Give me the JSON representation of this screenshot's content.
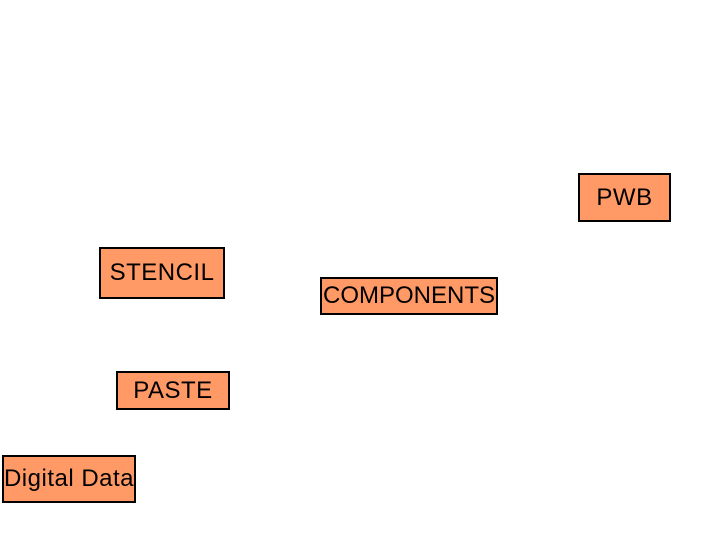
{
  "diagram": {
    "background_color": "#FFFFFF",
    "box_fill_color": "#FF9966",
    "box_border_color": "#000000",
    "text_color": "#000000",
    "boxes": [
      {
        "id": "pwb",
        "label": "PWB"
      },
      {
        "id": "stencil",
        "label": "STENCIL"
      },
      {
        "id": "components",
        "label": "COMPONENTS"
      },
      {
        "id": "paste",
        "label": "PASTE"
      },
      {
        "id": "digital-data",
        "label": "Digital Data"
      }
    ]
  }
}
